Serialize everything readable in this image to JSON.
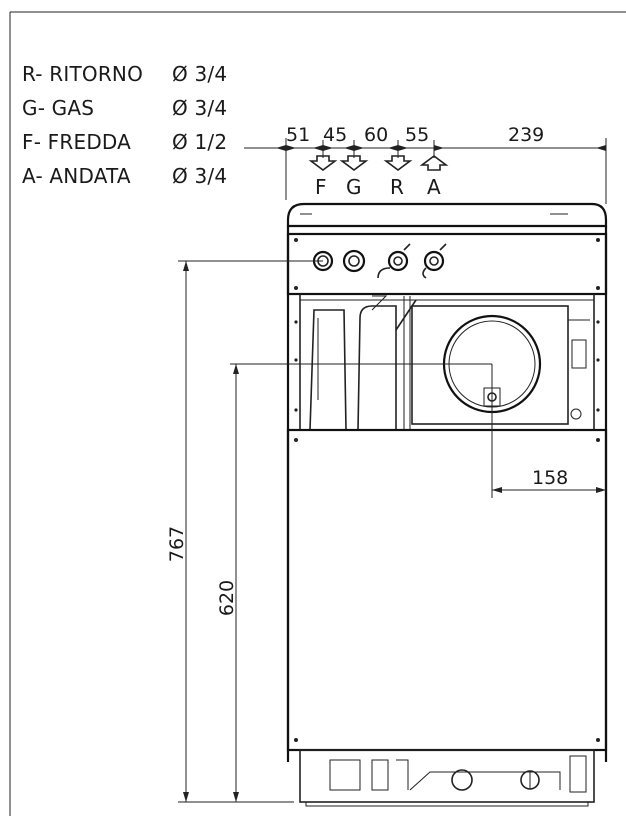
{
  "legend": [
    {
      "name": "R- RITORNO",
      "diameter": "Ø 3/4"
    },
    {
      "name": "G- GAS",
      "diameter": "Ø 3/4"
    },
    {
      "name": "F- FREDDA",
      "diameter": "Ø 1/2"
    },
    {
      "name": "A- ANDATA",
      "diameter": "Ø 3/4"
    }
  ],
  "connections": [
    "F",
    "G",
    "R",
    "A"
  ],
  "dimensions": {
    "top_spacings": [
      "51",
      "45",
      "60",
      "55"
    ],
    "top_right": "239",
    "flue_right": "158",
    "height_total": "767",
    "height_flue": "620"
  }
}
